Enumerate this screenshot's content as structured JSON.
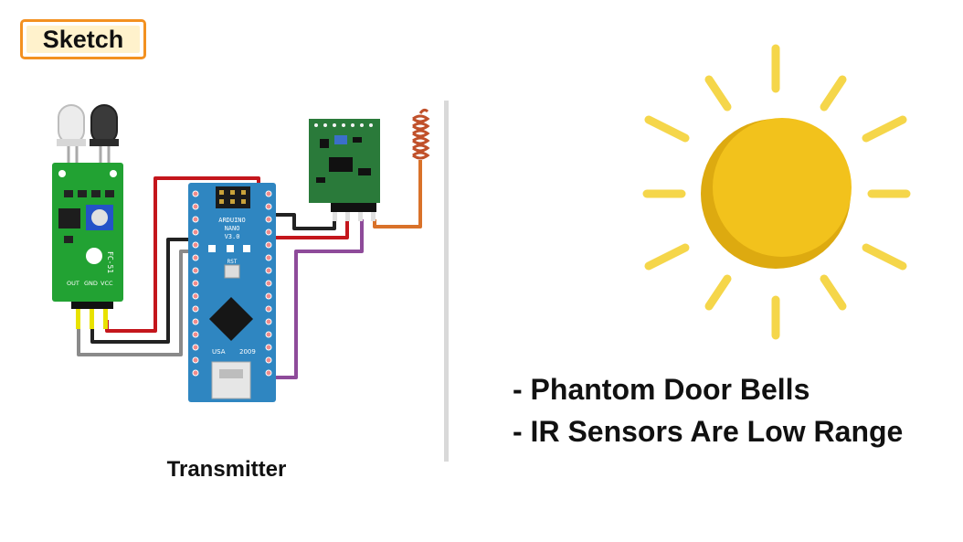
{
  "header": {
    "badge_label": "Sketch"
  },
  "circuit": {
    "caption": "Transmitter",
    "ir_sensor": {
      "module_label": "FC-51",
      "pins": [
        "OUT",
        "GND",
        "VCC"
      ]
    },
    "arduino": {
      "name_line1": "ARDUINO",
      "name_line2": "NANO",
      "name_line3": "V3.0",
      "country": "USA",
      "year": "2009",
      "rst_label": "RST"
    },
    "colors": {
      "board": "#2f86c1",
      "ir_pcb": "#22a233",
      "rf_pcb": "#2a7a3a",
      "wire_red": "#c4161c",
      "wire_black": "#222222",
      "wire_gray": "#8a8a8a",
      "wire_purple": "#8e4b9a",
      "wire_orange": "#d9722a",
      "antenna": "#c0502a"
    }
  },
  "notes": {
    "items": [
      "- Phantom Door Bells",
      "- IR Sensors Are Low Range"
    ]
  },
  "sun": {
    "colors": {
      "core": "#f2c21c",
      "shadow": "#ddaa10",
      "rays": "#f5d64a"
    }
  }
}
